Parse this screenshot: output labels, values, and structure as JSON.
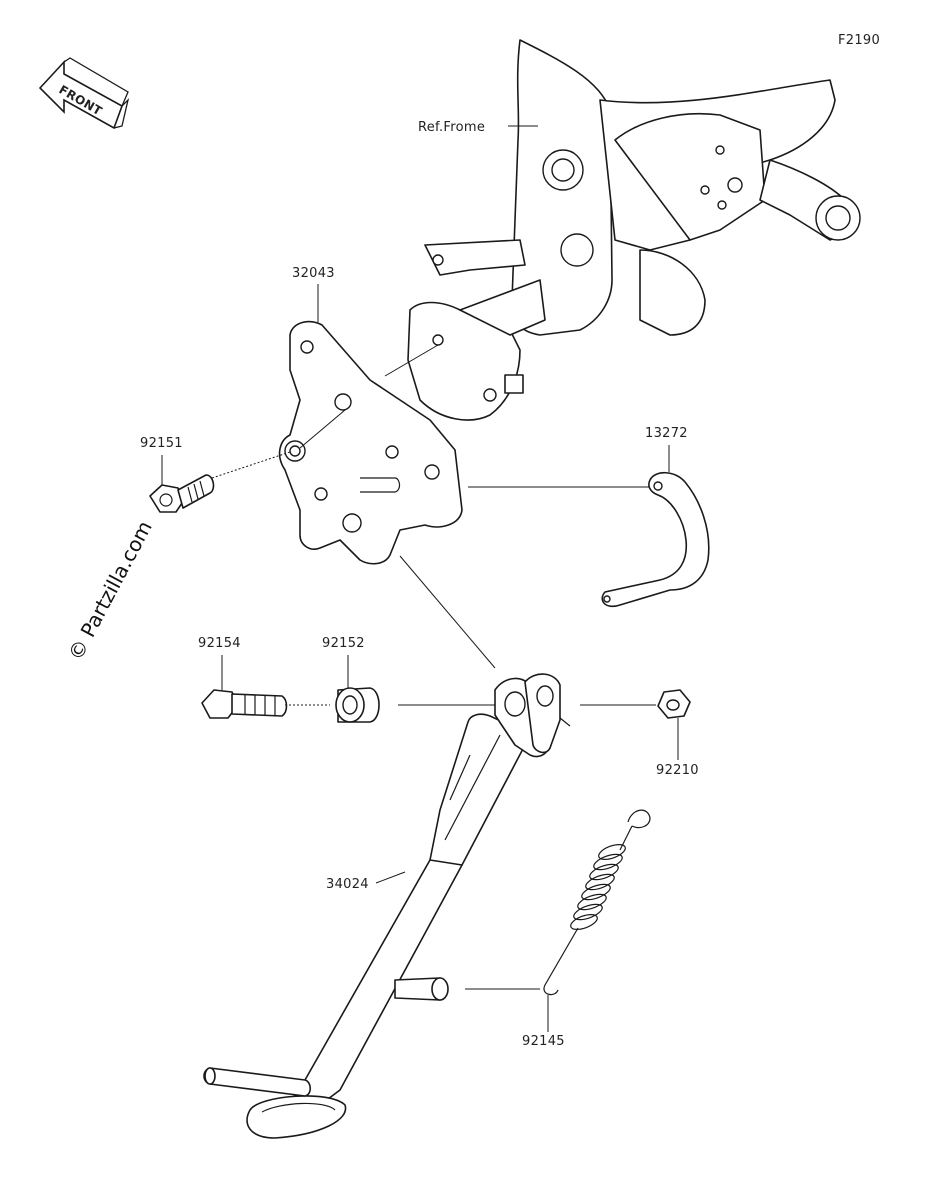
{
  "diagram_code": "F2190",
  "front_label": "FRONT",
  "watermark": "© Partzilla.com",
  "ref_label": "Ref.Frome",
  "parts": {
    "bracket": "32043",
    "bolt_top": "92151",
    "spring_hook": "13272",
    "bolt_pivot": "92154",
    "collar": "92152",
    "nut": "92210",
    "side_stand": "34024",
    "spring": "92145"
  }
}
